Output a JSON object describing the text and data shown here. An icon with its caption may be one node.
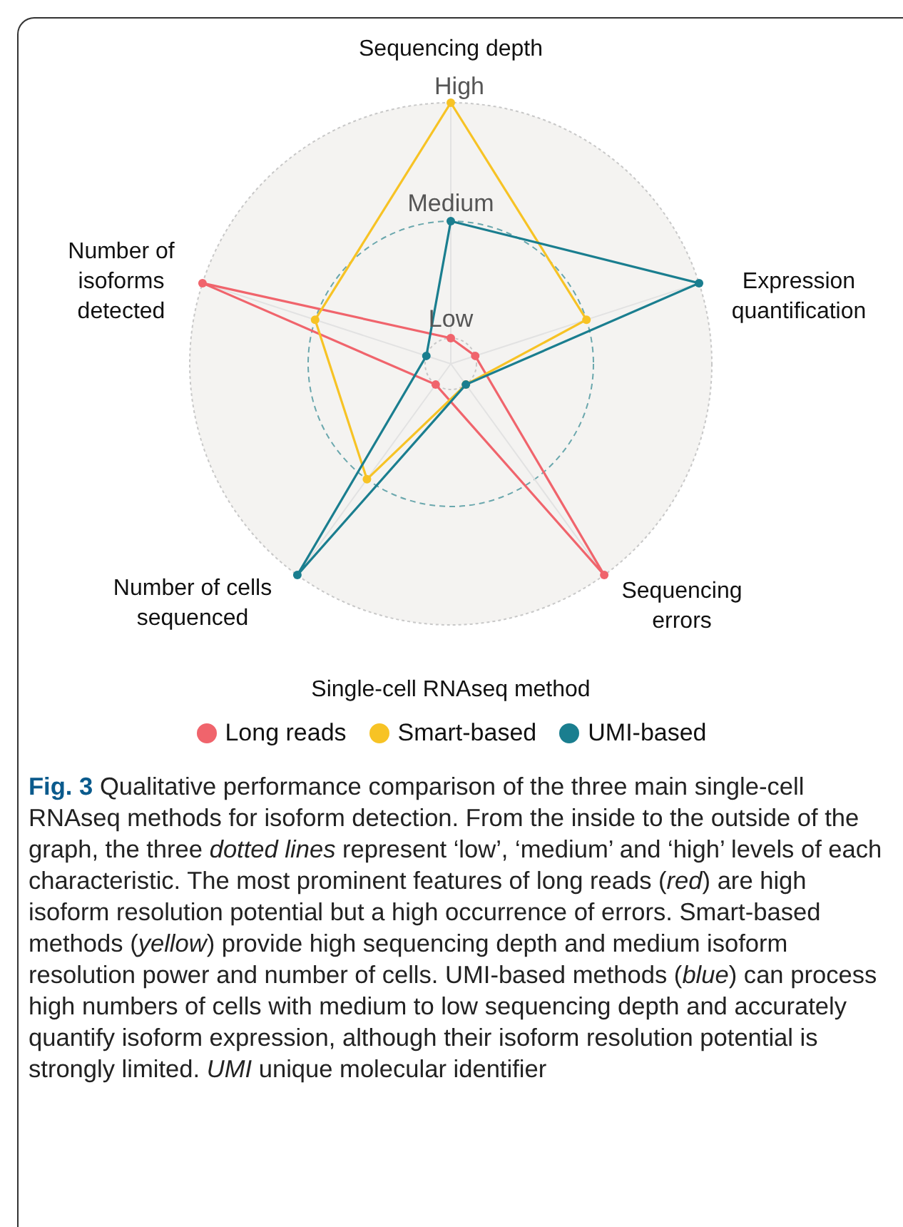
{
  "diagram": {
    "caption": "**Fig. 3** Qualitative performance comparison of the three main single-cell RNAseq methods for isoform detection. From the inside to the outside of the graph, the three *dotted lines* represent ‘low’, ‘medium’ and ‘high’ levels of each characteristic. The most prominent features of long reads (*red*) are high isoform resolution potential but a high occurrence of errors. Smart-based methods (*yellow*) provide high sequencing depth and medium isoform resolution power and number of cells. UMI-based methods (*blue*) can process high numbers of cells with medium to low sequencing depth and accurately quantify isoform expression, although their isoform resolution potential is strongly limited. *UMI* unique molecular identifier",
    "labels": [
      "Sequencing depth",
      "High",
      "Medium",
      "Expression quantification",
      "Number of isoforms detected",
      "Low",
      "Number of cells sequenced",
      "Sequencing errors",
      "Single-cell RNAseq method"
    ],
    "legend": [
      {
        "text": "Long reads",
        "color": "#f0646c"
      },
      {
        "text": "Smart-based",
        "color": "#f7c325"
      },
      {
        "text": "UMI-based",
        "color": "#1a7e8f"
      }
    ]
  }
}
